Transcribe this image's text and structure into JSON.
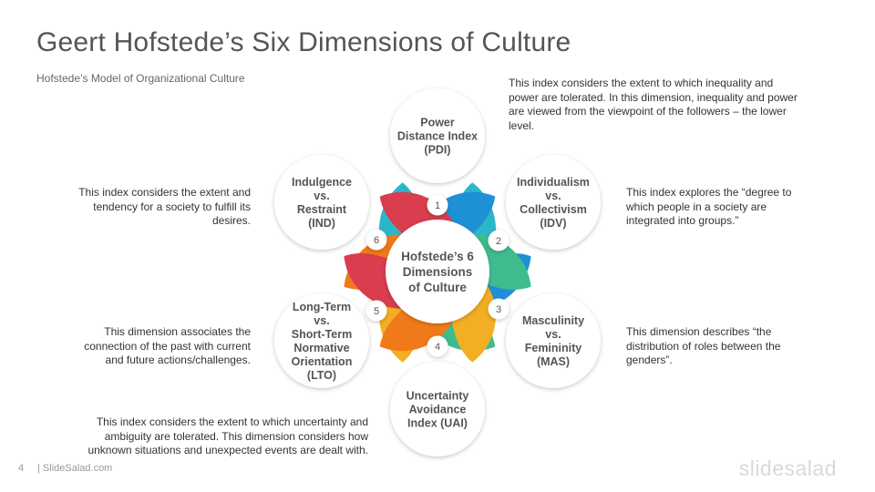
{
  "title": "Geert Hofstede’s Six Dimensions of Culture",
  "subtitle": "Hofstede’s Model of Organizational Culture",
  "center_label": [
    "Hofstede’s 6",
    "Dimensions",
    "of Culture"
  ],
  "dimensions": [
    {
      "number": "1",
      "label": [
        "Power",
        "Distance Index",
        "(PDI)"
      ],
      "color": "#2BB7C9",
      "description": [
        "This index considers the extent to which inequality and",
        "power are tolerated. In this dimension, inequality and power",
        "are viewed from the viewpoint of the followers – the lower",
        "level."
      ]
    },
    {
      "number": "2",
      "label": [
        "Individualism",
        "vs.",
        "Collectivism",
        "(IDV)"
      ],
      "color": "#1E90D6",
      "description": [
        "This index explores the “degree to",
        "which people in a society are",
        "integrated into groups.”"
      ]
    },
    {
      "number": "3",
      "label": [
        "Masculinity",
        "vs.",
        "Femininity",
        "(MAS)"
      ],
      "color": "#3FBC8D",
      "description": [
        "This dimension describes “the",
        "distribution of roles between the",
        "genders”."
      ]
    },
    {
      "number": "4",
      "label": [
        "Uncertainty",
        "Avoidance",
        "Index (UAI)"
      ],
      "color": "#F2AF23",
      "description": [
        "This index considers the extent to which uncertainty and",
        "ambiguity are tolerated. This dimension considers how",
        "unknown situations and unexpected events are dealt with."
      ]
    },
    {
      "number": "5",
      "label": [
        "Long-Term",
        "vs.",
        "Short-Term",
        "Normative",
        "Orientation",
        "(LTO)"
      ],
      "color": "#F07A1A",
      "description": [
        "This dimension associates the",
        "connection of the past with current",
        "and future actions/challenges."
      ]
    },
    {
      "number": "6",
      "label": [
        "Indulgence",
        "vs.",
        "Restraint",
        "(IND)"
      ],
      "color": "#D93D4E",
      "description": [
        "This index considers the extent and",
        "tendency for a society to fulfill its",
        "desires."
      ]
    }
  ],
  "footer": {
    "page_number": "4",
    "site": "| SlideSalad.com",
    "logo": "slidesalad"
  }
}
